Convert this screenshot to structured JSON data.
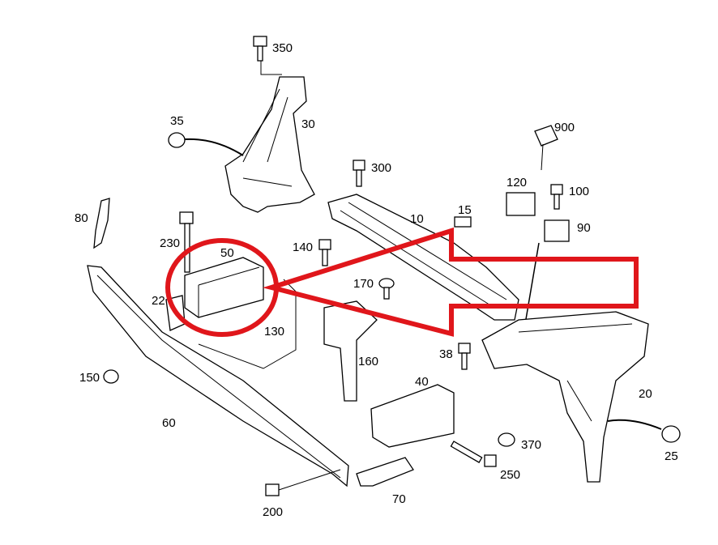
{
  "diagram": {
    "highlight_color": "#e0161b",
    "labels": {
      "p350": "350",
      "p30": "30",
      "p35": "35",
      "p300": "300",
      "p900": "900",
      "p120": "120",
      "p100": "100",
      "p10": "10",
      "p15": "15",
      "p90": "90",
      "p80": "80",
      "p230": "230",
      "p50": "50",
      "p140": "140",
      "p170": "170",
      "p22": "22",
      "p130": "130",
      "p160": "160",
      "p38": "38",
      "p150": "150",
      "p20": "20",
      "p40": "40",
      "p60": "60",
      "p370": "370",
      "p25": "25",
      "p250": "250",
      "p200": "200",
      "p70": "70"
    }
  }
}
